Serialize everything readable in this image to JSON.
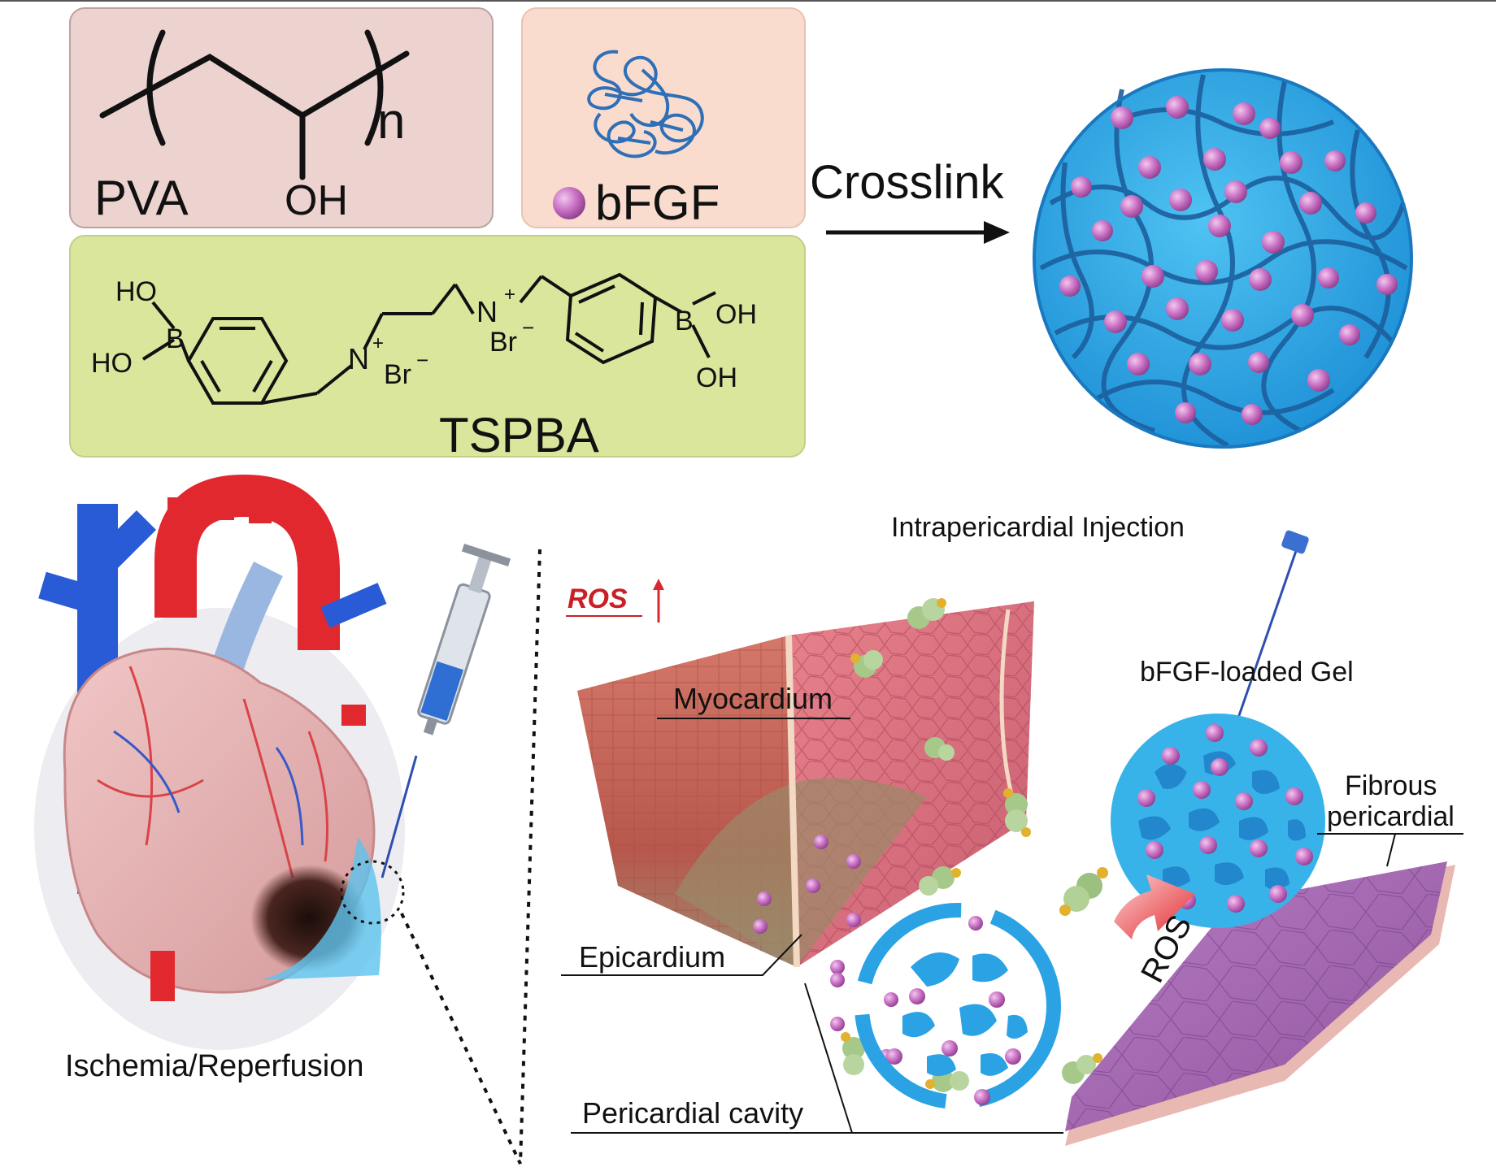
{
  "top_panel": {
    "pva": {
      "label": "PVA",
      "substituent": "OH",
      "subscript": "n"
    },
    "bfgf": {
      "label": "bFGF"
    },
    "tspba": {
      "label": "TSPBA",
      "left_top_oh": "HO",
      "left_bottom_oh": "HO",
      "left_boron": "B",
      "right_top_oh": "OH",
      "right_bottom_oh": "OH",
      "right_boron": "B",
      "n1": "N",
      "n1_charge": "+",
      "n1_counterion": "Br",
      "n2": "N",
      "n2_charge": "+",
      "n2_counterion": "Br",
      "anion_charge": "−"
    },
    "arrow_label": "Crosslink"
  },
  "bottom_panel": {
    "heart_caption": "Ischemia/Reperfusion",
    "ros_indicator": "ROS",
    "injection_label": "Intrapericardial  Injection",
    "gel_label": "bFGF-loaded Gel",
    "myocardium_label": "Myocardium",
    "epicardium_label": "Epicardium",
    "pericardial_cavity_label": "Pericardial cavity",
    "fibrous_label_line1": "Fibrous",
    "fibrous_label_line2": "pericardial",
    "ros_arrow_label": "ROS"
  },
  "colors": {
    "pva_box": "#edd3d0",
    "bfgf_box": "#f9dccd",
    "tspba_box": "#d9e69c",
    "gel_blue": "#2a9ee0",
    "gel_network": "#1c5f9e",
    "bfgf_bead": "#c86fc3",
    "ros_red": "#d9282f",
    "tissue_red": "#d46a5c",
    "pericardium_purple": "#a86ab5"
  }
}
